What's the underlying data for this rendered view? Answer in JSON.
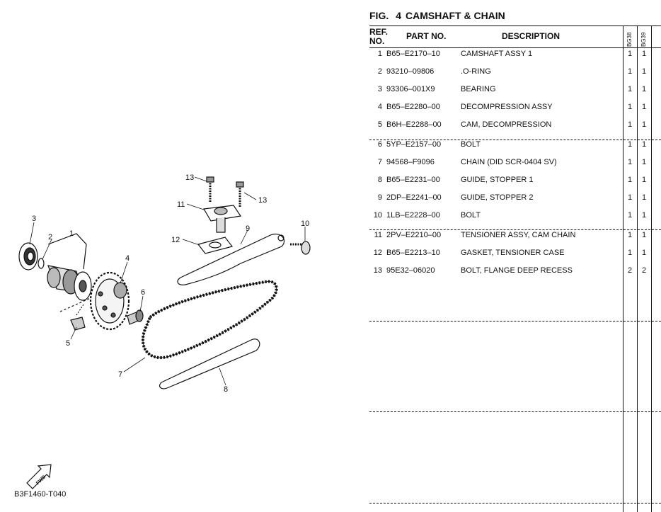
{
  "figure": {
    "label": "FIG.",
    "number": "4",
    "title": "CAMSHAFT & CHAIN"
  },
  "table": {
    "headers": {
      "ref_line1": "REF.",
      "ref_line2": "NO.",
      "part_no": "PART NO.",
      "description": "DESCRIPTION",
      "model_1": "BG38",
      "model_2": "BG39"
    },
    "rows": [
      {
        "ref": "1",
        "part": "B65–E2170–10",
        "desc": "CAMSHAFT ASSY 1",
        "q1": "1",
        "q2": "1"
      },
      {
        "ref": "2",
        "part": "93210–09806",
        "desc": ".O-RING",
        "q1": "1",
        "q2": "1"
      },
      {
        "ref": "3",
        "part": "93306–001X9",
        "desc": "BEARING",
        "q1": "1",
        "q2": "1"
      },
      {
        "ref": "4",
        "part": "B65–E2280–00",
        "desc": "DECOMPRESSION ASSY",
        "q1": "1",
        "q2": "1"
      },
      {
        "ref": "5",
        "part": "B6H–E2288–00",
        "desc": "CAM, DECOMPRESSION",
        "q1": "1",
        "q2": "1"
      },
      {
        "ref": "6",
        "part": "5YP–E2157–00",
        "desc": "BOLT",
        "q1": "1",
        "q2": "1"
      },
      {
        "ref": "7",
        "part": "94568–F9096",
        "desc": "CHAIN (DID SCR-0404 SV)",
        "q1": "1",
        "q2": "1"
      },
      {
        "ref": "8",
        "part": "B65–E2231–00",
        "desc": "GUIDE, STOPPER 1",
        "q1": "1",
        "q2": "1"
      },
      {
        "ref": "9",
        "part": "2DP–E2241–00",
        "desc": "GUIDE, STOPPER 2",
        "q1": "1",
        "q2": "1"
      },
      {
        "ref": "10",
        "part": "1LB–E2228–00",
        "desc": "BOLT",
        "q1": "1",
        "q2": "1"
      },
      {
        "ref": "11",
        "part": "2PV–E2210–00",
        "desc": "TENSIONER ASSY, CAM CHAIN",
        "q1": "1",
        "q2": "1"
      },
      {
        "ref": "12",
        "part": "B65–E2213–10",
        "desc": "GASKET, TENSIONER CASE",
        "q1": "1",
        "q2": "1"
      },
      {
        "ref": "13",
        "part": "95E32–06020",
        "desc": "BOLT, FLANGE DEEP RECESS",
        "q1": "2",
        "q2": "2"
      }
    ]
  },
  "diagram": {
    "callouts": [
      "1",
      "2",
      "3",
      "4",
      "5",
      "6",
      "7",
      "8",
      "9",
      "10",
      "11",
      "12",
      "13",
      "13"
    ],
    "fwd_label": "FWD",
    "code": "B3F1460-T040"
  }
}
